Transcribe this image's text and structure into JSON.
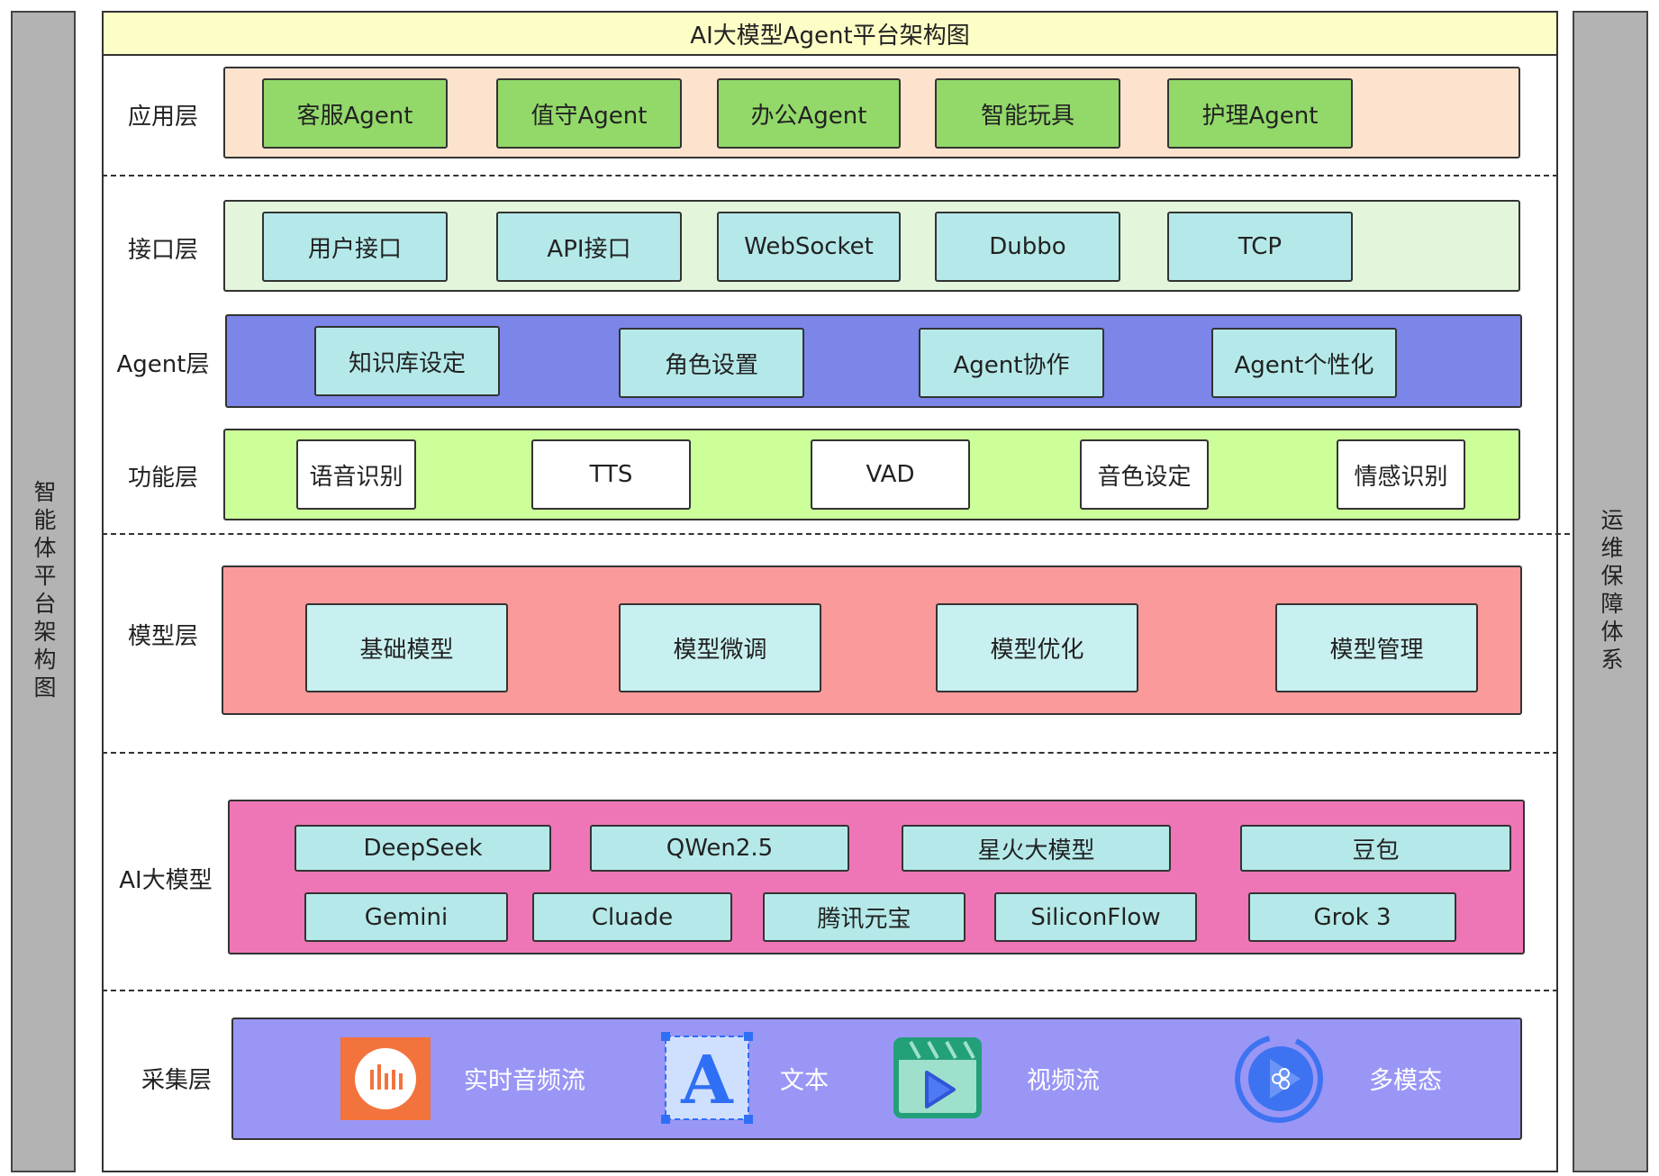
{
  "title": "AI大模型Agent平台架构图",
  "left_side": "智能体平台架构图",
  "right_side": "运维保障体系",
  "layers": {
    "app": {
      "label": "应用层",
      "items": [
        "客服Agent",
        "值守Agent",
        "办公Agent",
        "智能玩具",
        "护理Agent"
      ]
    },
    "interface": {
      "label": "接口层",
      "items": [
        "用户接口",
        "API接口",
        "WebSocket",
        "Dubbo",
        "TCP"
      ]
    },
    "agent": {
      "label": "Agent层",
      "items": [
        "知识库设定",
        "角色设置",
        "Agent协作",
        "Agent个性化"
      ]
    },
    "function": {
      "label": "功能层",
      "items": [
        "语音识别",
        "TTS",
        "VAD",
        "音色设定",
        "情感识别"
      ]
    },
    "model": {
      "label": "模型层",
      "items": [
        "基础模型",
        "模型微调",
        "模型优化",
        "模型管理"
      ]
    },
    "llm": {
      "label": "AI大模型",
      "row1": [
        "DeepSeek",
        "QWen2.5",
        "星火大模型",
        "豆包"
      ],
      "row2": [
        "Gemini",
        "Cluade",
        "腾讯元宝",
        "SiliconFlow",
        "Grok 3"
      ]
    },
    "collect": {
      "label": "采集层",
      "items": [
        {
          "label": "实时音频流",
          "icon": "audio-waveform-icon"
        },
        {
          "label": "文本",
          "icon": "text-letter-a-icon",
          "glyph": "A"
        },
        {
          "label": "视频流",
          "icon": "video-clapper-icon"
        },
        {
          "label": "多模态",
          "icon": "multimodal-play-icon"
        }
      ]
    }
  },
  "colors": {
    "app_bg": "#fde3cd",
    "interface_bg": "#e3f5db",
    "agent_bg": "#7b86e8",
    "function_bg": "#ccff99",
    "model_bg": "#fb9a9a",
    "llm_bg": "#ee76b6",
    "collect_bg": "#9a96f6",
    "title_bg": "#fdfdc6"
  }
}
